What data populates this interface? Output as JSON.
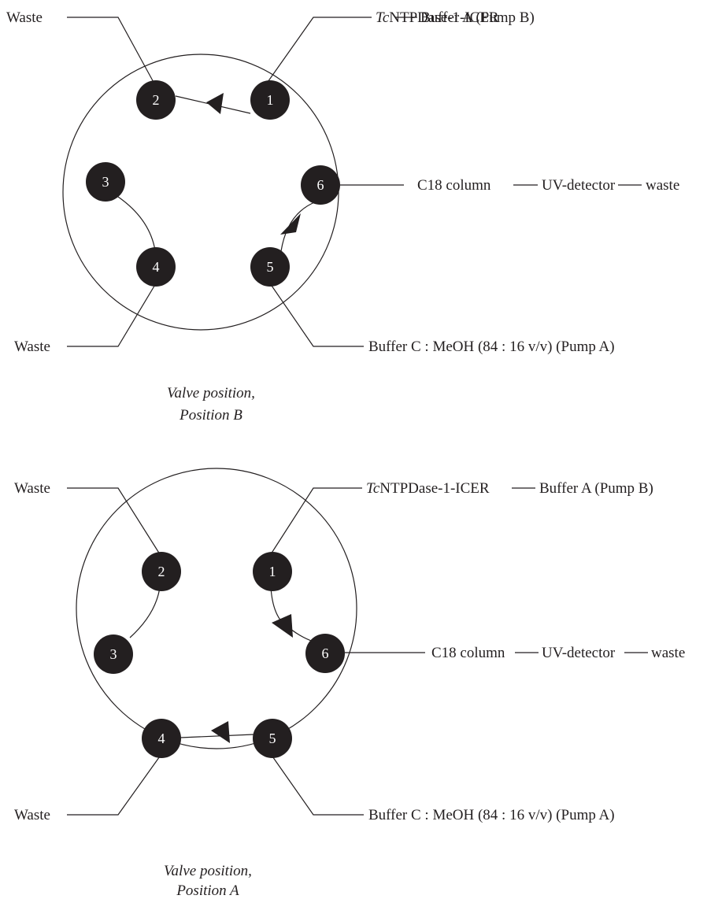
{
  "diagrams": [
    {
      "id": "position-b",
      "caption_line1": "Valve position,",
      "caption_line2": "Position B",
      "ports": [
        "1",
        "2",
        "3",
        "4",
        "5",
        "6"
      ],
      "labels": {
        "waste_top": "Waste",
        "enzyme_italic": "Tc",
        "enzyme_rest": "NTPDase-1-ICER",
        "buffer_a": "Buffer A (Pump B)",
        "column": "C18 column",
        "detector": "UV-detector",
        "waste_right": "waste",
        "waste_bottom": "Waste",
        "buffer_c": "Buffer C : MeOH (84 : 16 v/v) (Pump A)"
      }
    },
    {
      "id": "position-a",
      "caption_line1": "Valve position,",
      "caption_line2": "Position A",
      "ports": [
        "1",
        "2",
        "3",
        "4",
        "5",
        "6"
      ],
      "labels": {
        "waste_top": "Waste",
        "enzyme_italic": "Tc",
        "enzyme_rest": "NTPDase-1-ICER",
        "buffer_a": "Buffer A (Pump B)",
        "column": "C18 column",
        "detector": "UV-detector",
        "waste_right": "waste",
        "waste_bottom": "Waste",
        "buffer_c": "Buffer C : MeOH (84 : 16 v/v) (Pump A)"
      }
    }
  ],
  "colors": {
    "ink": "#231f20",
    "background": "#ffffff",
    "port_text": "#ffffff"
  }
}
